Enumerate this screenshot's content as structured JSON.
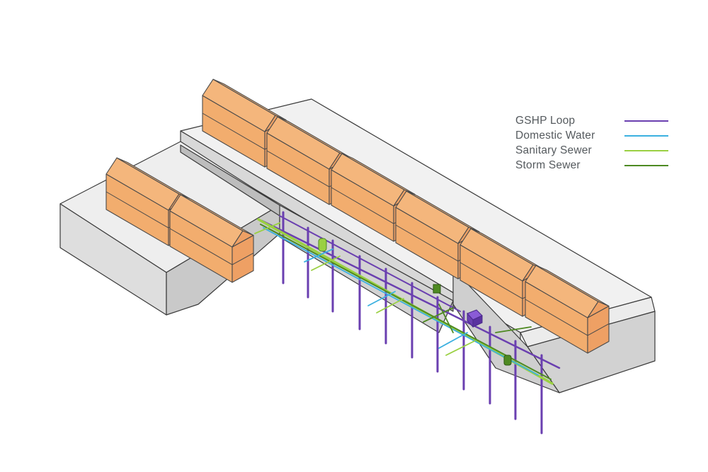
{
  "legend": {
    "items": [
      {
        "label": "GSHP Loop",
        "color": "#6a3fb0"
      },
      {
        "label": "Domestic Water",
        "color": "#3bb0e0"
      },
      {
        "label": "Sanitary Sewer",
        "color": "#9ad042"
      },
      {
        "label": "Storm Sewer",
        "color": "#4e8a22"
      }
    ]
  },
  "colors": {
    "house_roof": "#f4b67c",
    "house_wall": "#f2ad6e",
    "house_side": "#eea064",
    "house_line": "#4a4a4a",
    "block_top": "#f0f0f0",
    "block_front": "#d9d9d9",
    "block_side": "#c4c4c4",
    "trench": "#bdbdbd"
  },
  "icons": [
    "pump-unit-icon",
    "heat-pump-icon",
    "water-tank-icon"
  ]
}
